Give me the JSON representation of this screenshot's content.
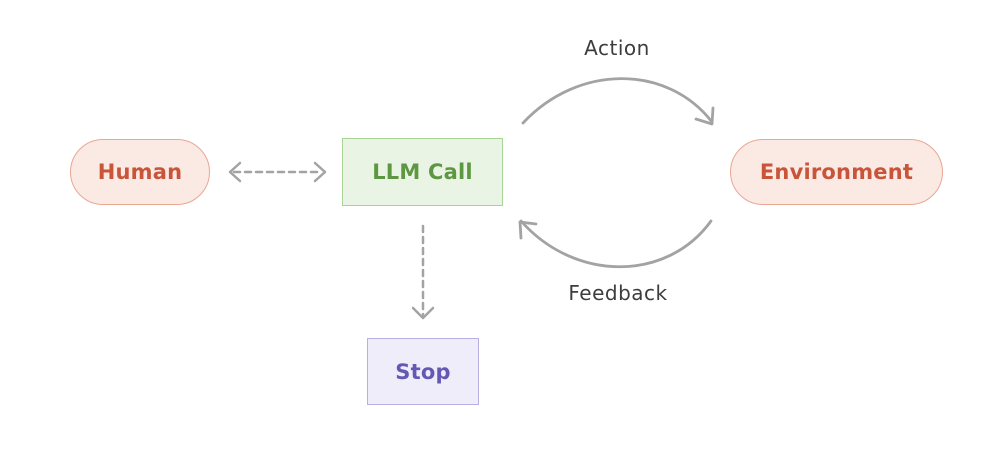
{
  "nodes": {
    "human": "Human",
    "llm_call": "LLM Call",
    "environment": "Environment",
    "stop": "Stop"
  },
  "edges": {
    "action": "Action",
    "feedback": "Feedback"
  },
  "colors": {
    "human_fill": "#fbe9e4",
    "human_stroke": "#e9a792",
    "human_text": "#c8553a",
    "llm_fill": "#eaf4e4",
    "llm_stroke": "#a9d495",
    "llm_text": "#5e9742",
    "stop_fill": "#efedfa",
    "stop_stroke": "#b7b0e4",
    "stop_text": "#6458b4",
    "arrow": "#a3a3a3"
  }
}
